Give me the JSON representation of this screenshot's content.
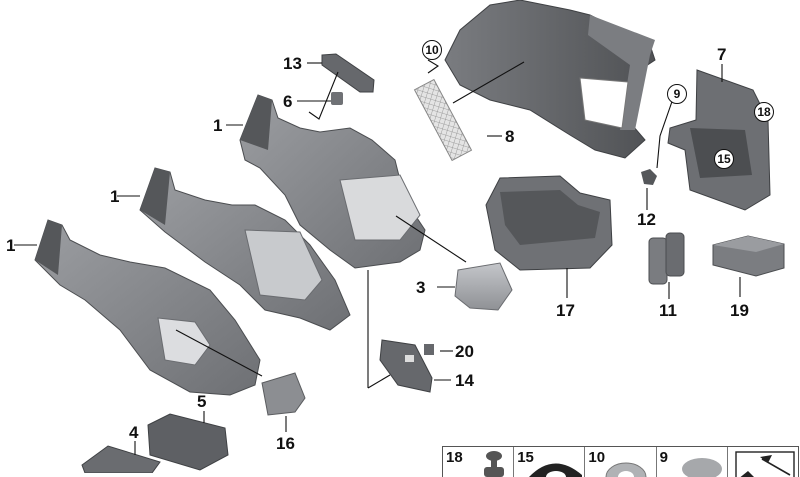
{
  "diagram": {
    "type": "exploded-parts-diagram",
    "colors": {
      "part_dark": "#5a5c5f",
      "part_mid": "#8a8c90",
      "part_light": "#b4b6ba",
      "line": "#111111",
      "background": "#ffffff"
    },
    "callouts": [
      {
        "id": "c13",
        "label": "13"
      },
      {
        "id": "c6",
        "label": "6"
      },
      {
        "id": "c1a",
        "label": "1"
      },
      {
        "id": "c1b",
        "label": "1"
      },
      {
        "id": "c1c",
        "label": "1"
      },
      {
        "id": "c8",
        "label": "8"
      },
      {
        "id": "c7",
        "label": "7"
      },
      {
        "id": "c12",
        "label": "12"
      },
      {
        "id": "c3",
        "label": "3"
      },
      {
        "id": "c17",
        "label": "17"
      },
      {
        "id": "c11",
        "label": "11"
      },
      {
        "id": "c19",
        "label": "19"
      },
      {
        "id": "c20",
        "label": "20"
      },
      {
        "id": "c14",
        "label": "14"
      },
      {
        "id": "c5",
        "label": "5"
      },
      {
        "id": "c4",
        "label": "4"
      },
      {
        "id": "c16",
        "label": "16"
      }
    ],
    "circled_callouts": [
      {
        "id": "cc10",
        "label": "10"
      },
      {
        "id": "cc9",
        "label": "9"
      },
      {
        "id": "cc18",
        "label": "18"
      },
      {
        "id": "cc15",
        "label": "15"
      }
    ],
    "legend": [
      {
        "label": "18",
        "icon": "push-rivet-icon"
      },
      {
        "label": "15",
        "icon": "clip-ring-icon"
      },
      {
        "label": "10",
        "icon": "spring-nut-icon"
      },
      {
        "label": "9",
        "icon": "round-cap-icon"
      },
      {
        "label": "",
        "icon": "direction-arrow-icon"
      }
    ]
  }
}
